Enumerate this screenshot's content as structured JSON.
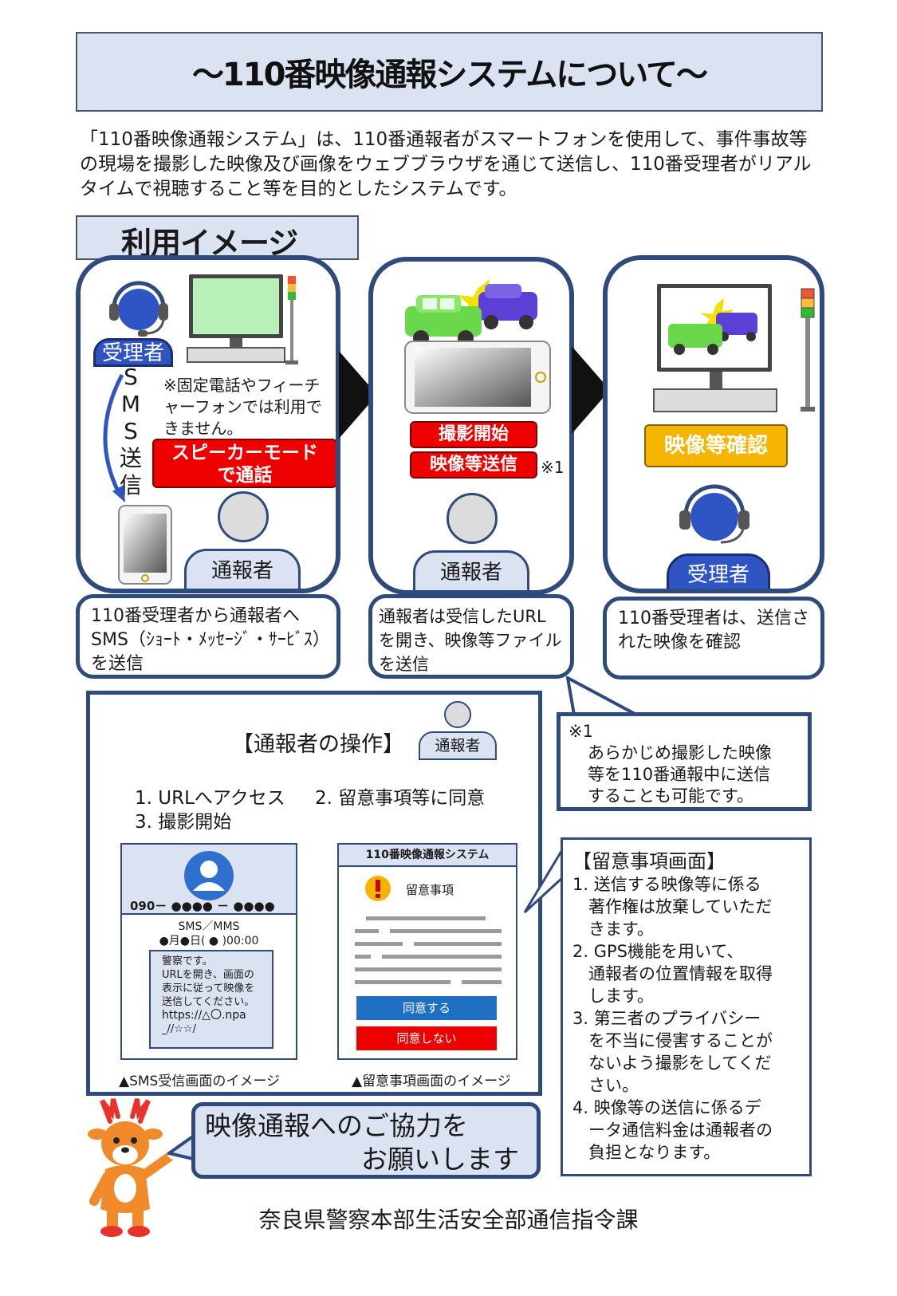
{
  "title": "～110番映像通報システムについて～",
  "intro": "「110番映像通報システム」は、110番通報者がスマートフォンを使用して、事件事故等の現場を撮影した映像及び画像をウェブブラウザを通じて送信し、110番受理者がリアルタイムで視聴すること等を目的としたシステムです。",
  "section_title": "利用イメージ",
  "panel1": {
    "receiver": "受理者",
    "sms_vertical": [
      "S",
      "M",
      "S",
      "送",
      "信"
    ],
    "notice": "※固定電話やフィーチャーフォンでは利用できません。",
    "speaker_line1": "スピーカーモード",
    "speaker_line2": "で通話",
    "caller": "通報者"
  },
  "panel2": {
    "btn_shoot": "撮影開始",
    "btn_send": "映像等送信",
    "note_mark": "※1",
    "caller": "通報者"
  },
  "panel3": {
    "btn_confirm": "映像等確認",
    "receiver": "受理者"
  },
  "captions": {
    "c1_line1": "110番受理者から通報者へ",
    "c1_line2": "SMS（ｼｮｰﾄ・ﾒｯｾｰｼﾞ・ｻｰﾋﾞｽ）",
    "c1_line3": "を送信",
    "c2_line1": "通報者は受信したURL",
    "c2_line2": "を開き、映像等ファイル",
    "c2_line3": "を送信",
    "c3_line1": "110番受理者は、送信さ",
    "c3_line2": "れた映像を確認"
  },
  "operations": {
    "heading": "【通報者の操作】",
    "caller_badge": "通報者",
    "step1": "1. URLへアクセス",
    "step2": "2. 留意事項等に同意",
    "step3": "3. 撮影開始",
    "sms_number": "090－ ●●●● － ●●●●",
    "sms_type": "SMS／MMS",
    "sms_date": "●月●日( ● )00:00",
    "sms_msg_line1": "警察です。",
    "sms_msg_line2": "URLを開き、画面の",
    "sms_msg_line3": "表示に従って映像を",
    "sms_msg_line4": "送信してください。",
    "sms_msg_line5": "https://△〇.npa",
    "sms_msg_line6": "_//☆☆/",
    "sms_caption": "▲SMS受信画面のイメージ",
    "system_title": "110番映像通報システム",
    "notice_title": "留意事項",
    "agree": "同意する",
    "disagree": "同意しない",
    "notice_caption": "▲留意事項画面のイメージ"
  },
  "note1": {
    "mark": "※1",
    "line1": "あらかじめ撮影した映像",
    "line2": "等を110番通報中に送信",
    "line3": "することも可能です。"
  },
  "notes": {
    "heading": "【留意事項画面】",
    "i1_a": "1. 送信する映像等に係る",
    "i1_b": "著作権は放棄していただ",
    "i1_c": "きます。",
    "i2_a": "2. GPS機能を用いて、",
    "i2_b": "通報者の位置情報を取得",
    "i2_c": "します。",
    "i3_a": "3. 第三者のプライバシー",
    "i3_b": "を不当に侵害することが",
    "i3_c": "ないよう撮影をしてくだ",
    "i3_d": "さい。",
    "i4_a": "4. 映像等の送信に係るデ",
    "i4_b": "ータ通信料金は通報者の",
    "i4_c": "負担となります。"
  },
  "request": {
    "line1": "映像通報へのご協力を",
    "line2": "お願いします"
  },
  "footer": "奈良県警察本部生活安全部通信指令課",
  "colors": {
    "navy": "#2f4a7c",
    "light_blue": "#dbe2f2",
    "red": "#ee0000",
    "yellow": "#f5b400",
    "agree_blue": "#1f6fc5"
  }
}
